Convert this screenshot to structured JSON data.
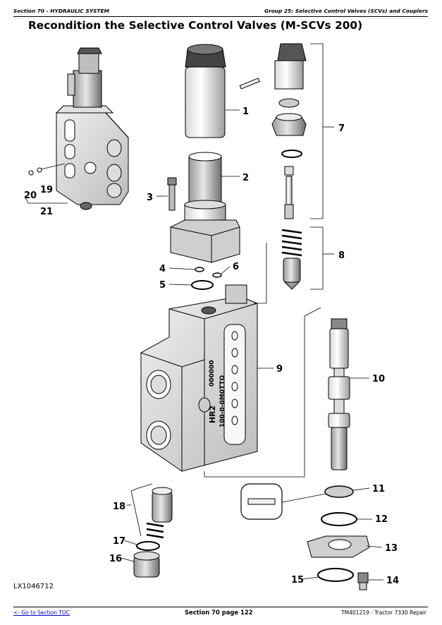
{
  "header": {
    "section": "Section 70 - HYDRAULIC SYSTEM",
    "group": "Group 25: Selective Control Valves (SCVs) and Couplers"
  },
  "title": "Recondition the Selective Control Valves (M-SCVs 200)",
  "figure_id": "LX1046712",
  "block_marking_1": "HR2",
  "block_marking_2": "100-0-0M0TTO",
  "block_marking_3": "000000",
  "callouts": [
    "1",
    "2",
    "3",
    "4",
    "5",
    "6",
    "7",
    "8",
    "9",
    "10",
    "11",
    "12",
    "13",
    "14",
    "15",
    "16",
    "17",
    "18",
    "19",
    "20",
    "21"
  ],
  "footer": {
    "toc_link": "<- Go to Section TOC",
    "page": "Section 70 page 122",
    "doc": "TM401219 - Tractor 7330 Repair"
  }
}
